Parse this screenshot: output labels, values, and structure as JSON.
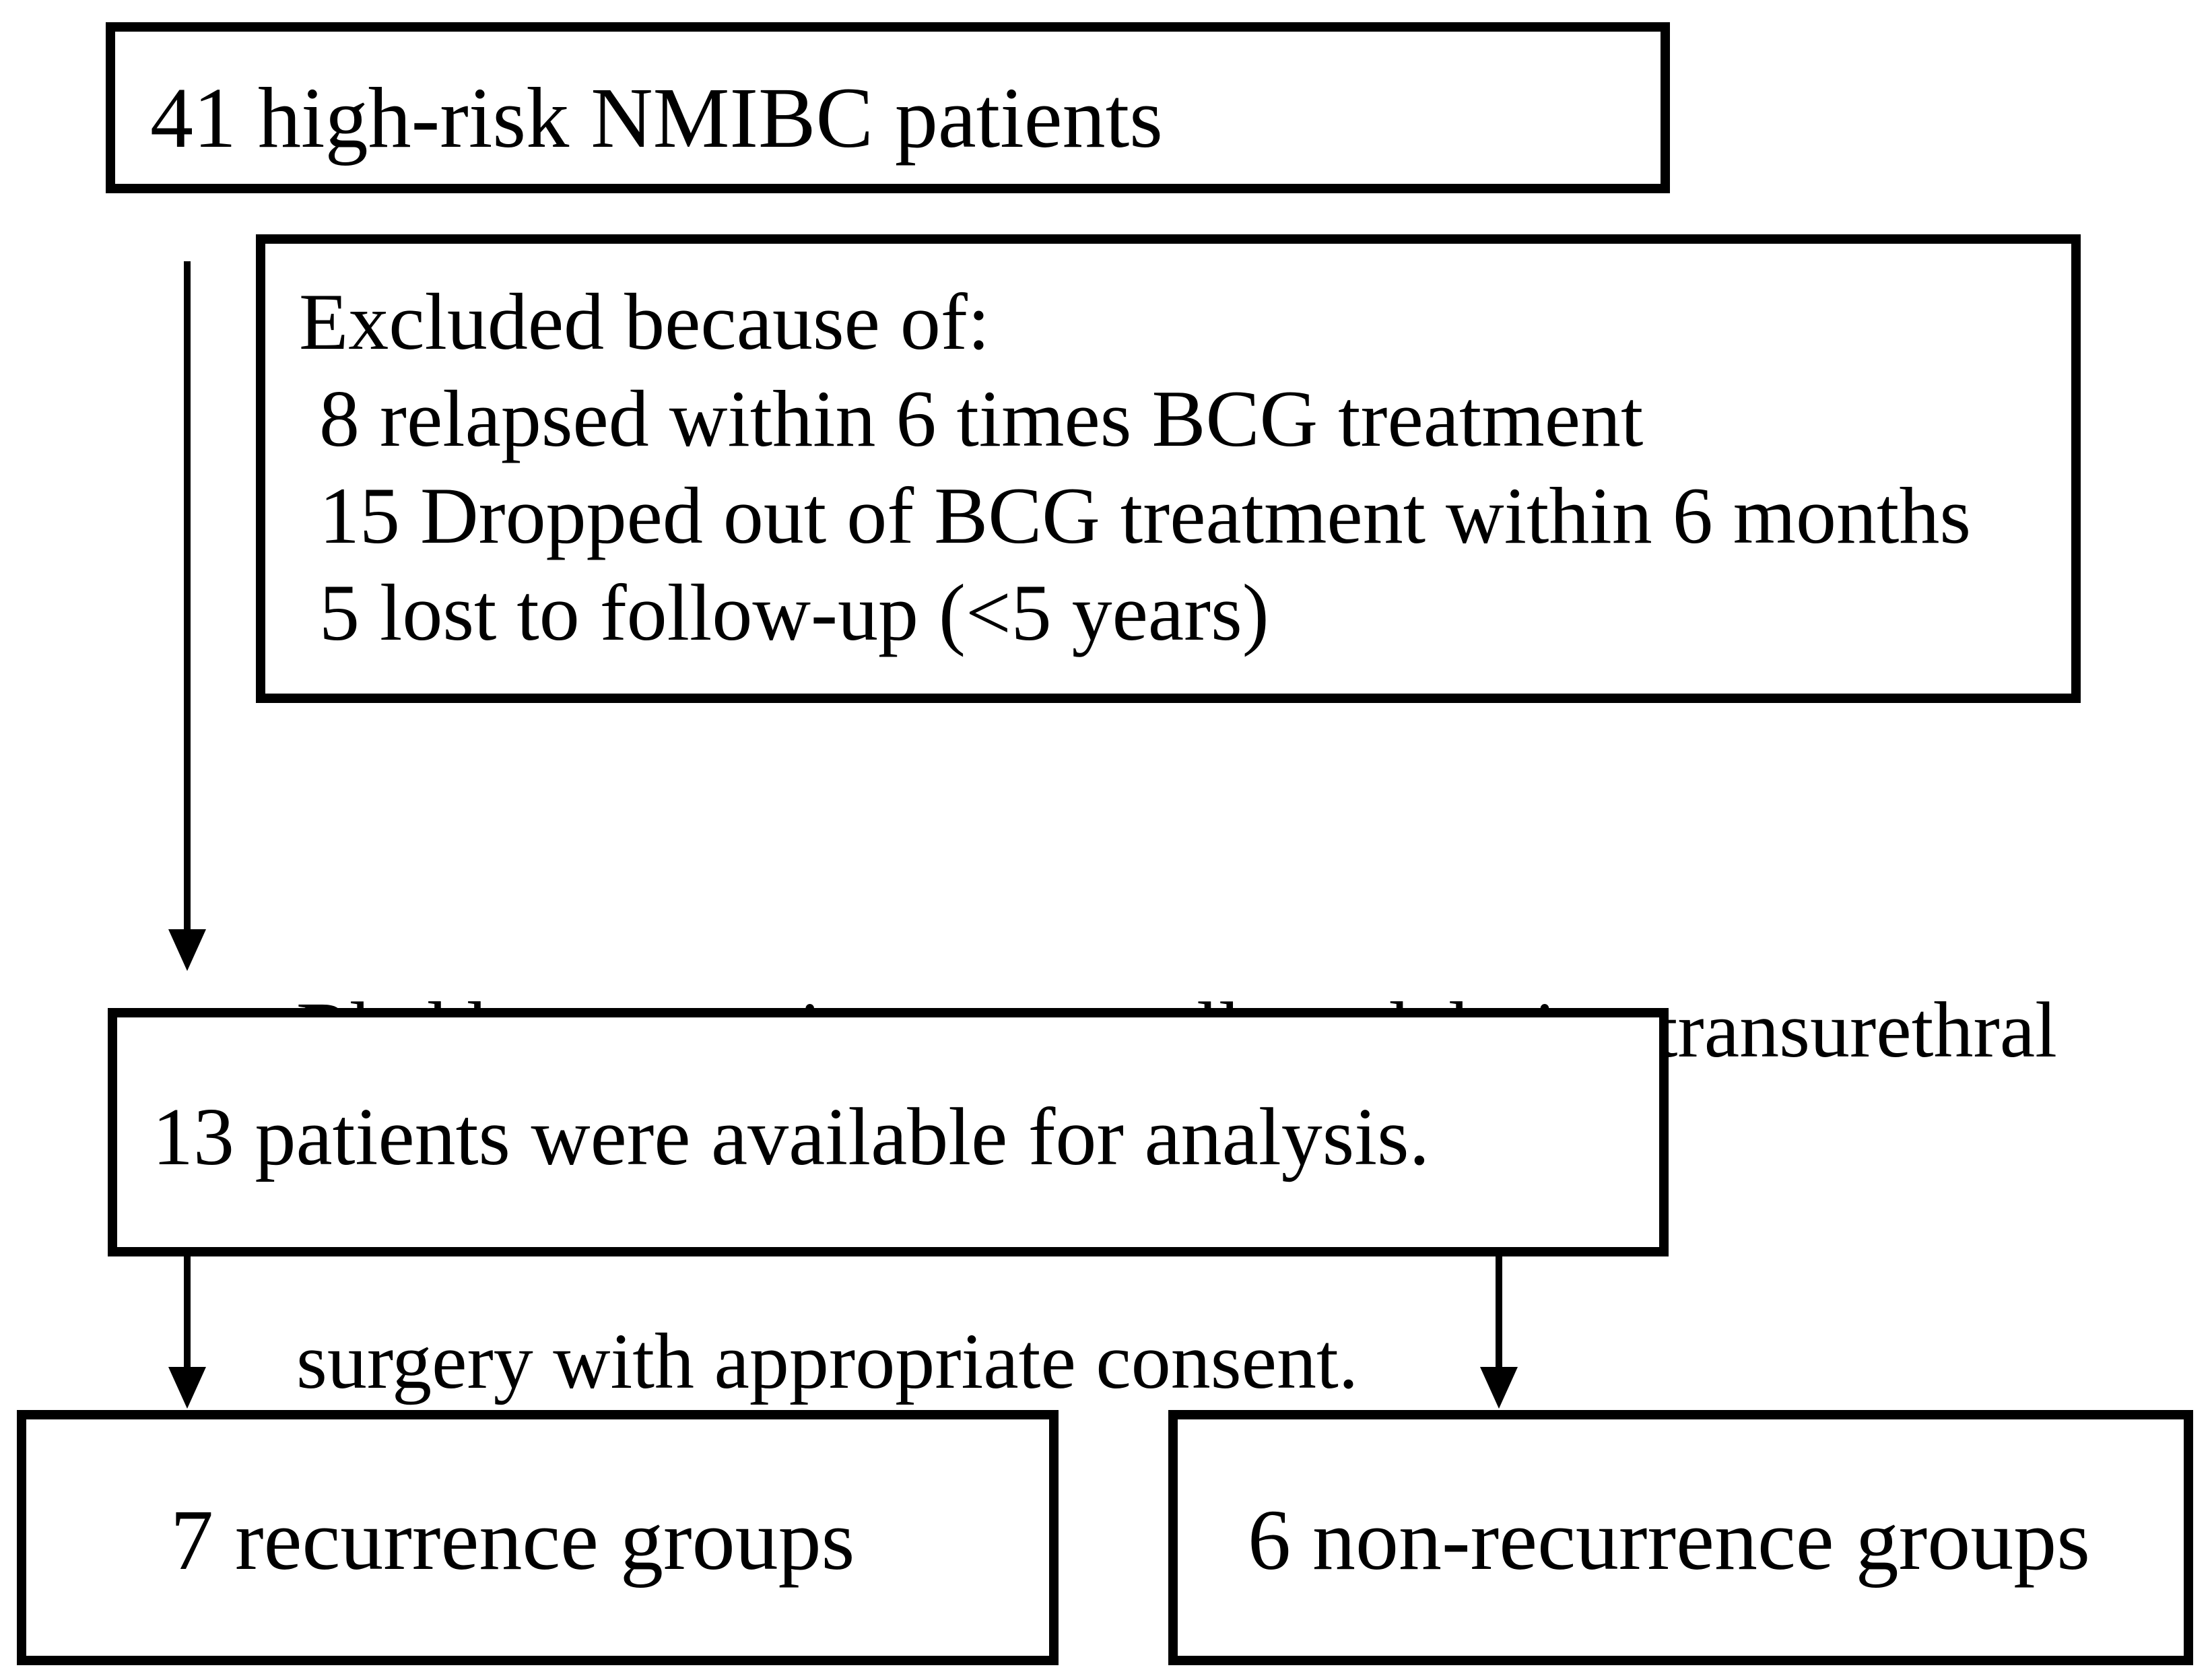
{
  "canvas": {
    "background": "#ffffff",
    "ink": "#000000"
  },
  "boxes": {
    "total": {
      "text": "41 high-risk NMIBC patients"
    },
    "excluded": {
      "lines": [
        "Excluded because of:",
        " 8 relapsed within 6 times BCG treatment",
        " 15 Dropped out of BCG treatment within 6 months",
        " 5 lost to follow-up (<5 years)"
      ]
    },
    "analysis": {
      "text": "13 patients were available for analysis."
    },
    "recurrence": {
      "text": "7 recurrence groups"
    },
    "non_recurrence": {
      "text": "6 non-recurrence groups"
    }
  },
  "notes": {
    "consent": {
      "lines": [
        "Bladder tumor tissue was collected during transurethral",
        "surgery with appropriate consent."
      ]
    }
  },
  "arrows": {
    "total_to_analysis": "down-arrow",
    "analysis_to_recurrence": "down-arrow",
    "analysis_to_non_recurrence": "down-arrow"
  }
}
